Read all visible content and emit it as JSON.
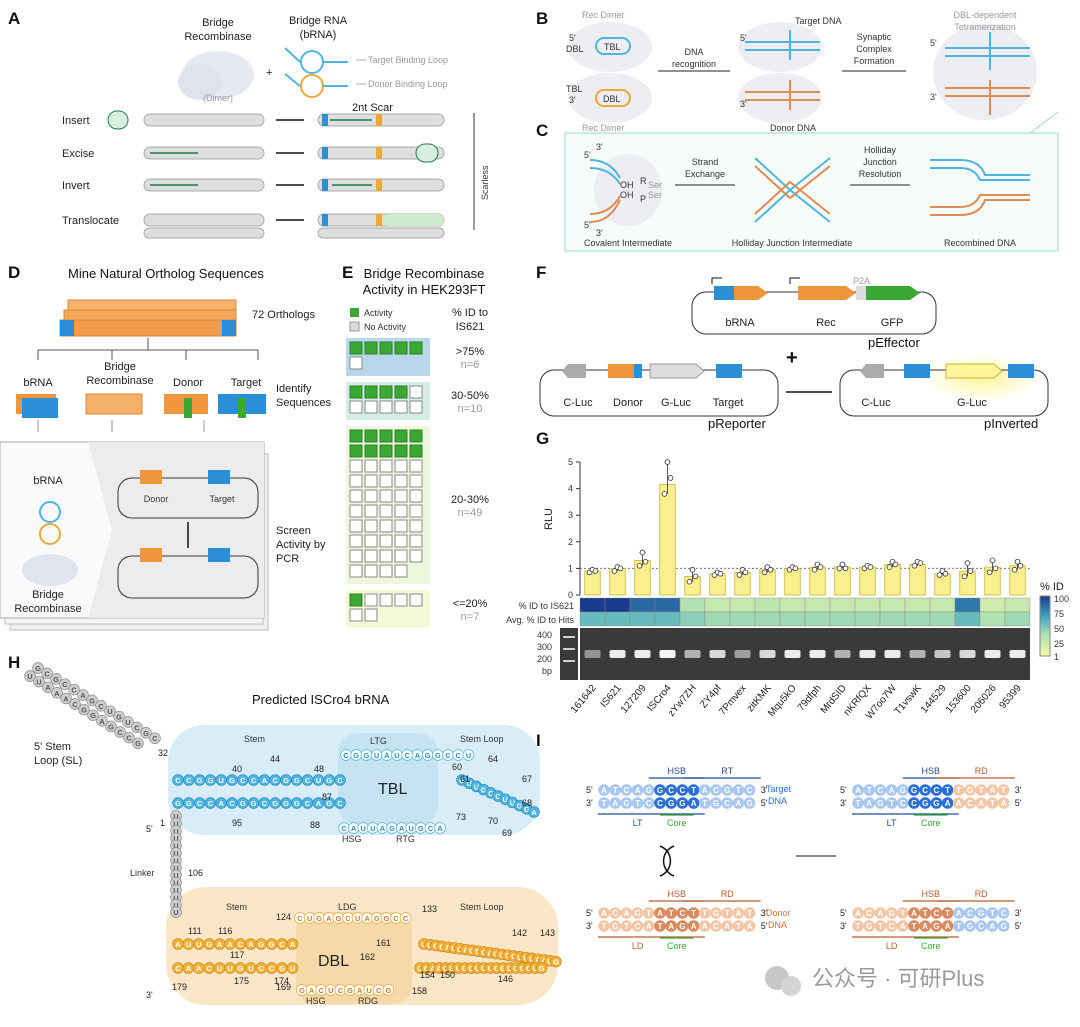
{
  "panels": {
    "A": {
      "label": "A",
      "recombinase": "Bridge\nRecombinase",
      "dimer": "(Dimer)",
      "bridge_rna": "Bridge RNA\n(bRNA)",
      "target_loop": "Target Binding Loop",
      "donor_loop": "Donor Binding Loop",
      "plus": "+",
      "scar": "2nt Scar",
      "ops": [
        "Insert",
        "Excise",
        "Invert",
        "Translocate"
      ],
      "scarless": "Scarless"
    },
    "B": {
      "label": "B",
      "rec_dimer": "Rec Dimer",
      "tbl": "TBL",
      "dbl": "DBL",
      "target_dna": "Target DNA",
      "donor_dna": "Donor DNA",
      "step1": "DNA\nrecognition",
      "step2": "Synaptic\nComplex\nFormation",
      "tetramer": "DBL-dependent\nTetramerization",
      "p5": "5'",
      "p3": "3'"
    },
    "C": {
      "label": "C",
      "step1": "Strand\nExchange",
      "step2": "Holliday\nJunction\nResolution",
      "captions": [
        "Covalent Intermediate",
        "Holliday Junction Intermediate",
        "Recombined DNA"
      ],
      "oh": "OH",
      "ser": "Ser",
      "r": "R",
      "p": "P"
    },
    "D": {
      "label": "D",
      "title": "Mine Natural Ortholog Sequences",
      "orthologs": "72 Orthologs",
      "cats": [
        "bRNA",
        "Bridge\nRecombinase",
        "Donor",
        "Target"
      ],
      "identify": "Identify\nSequences",
      "screen": "Screen\nActivity by\nPCR",
      "brna": "bRNA",
      "bridge_rec": "Bridge\nRecombinase",
      "donor": "Donor",
      "target": "Target"
    },
    "E": {
      "label": "E",
      "title": "Bridge Recombinase\nActivity in HEK293FT",
      "legend_active": "Activity",
      "legend_inactive": "No Activity",
      "col_head": "% ID to\nIS621",
      "groups": [
        {
          "range": ">75%",
          "n": "n=6",
          "active": 5,
          "total": 6
        },
        {
          "range": "30-50%",
          "n": "n=10",
          "active": 4,
          "total": 10
        },
        {
          "range": "20-30%",
          "n": "n=49",
          "active": 10,
          "total": 49
        },
        {
          "range": "<=20%",
          "n": "n=7",
          "active": 1,
          "total": 7
        }
      ],
      "colors": {
        "active": "#3aa832",
        "inactive": "#dcdcdc"
      }
    },
    "F": {
      "label": "F",
      "brna": "bRNA",
      "rec": "Rec",
      "gfp": "GFP",
      "p2a": "P2A",
      "peffector": "pEffector",
      "plus": "+",
      "cluc": "C-Luc",
      "donor": "Donor",
      "gluc": "G-Luc",
      "target": "Target",
      "preporter": "pReporter",
      "pinverted": "pInverted"
    },
    "G": {
      "label": "G",
      "ylabel": "RLU",
      "legend_title": "% ID",
      "legend_ticks": [
        "100",
        "75",
        "50",
        "25",
        "1"
      ],
      "row1": "% ID to IS621",
      "row2": "Avg. % ID to Hits",
      "gel_ticks": [
        "400",
        "300",
        "200",
        "bp"
      ]
    },
    "H": {
      "label": "H",
      "title": "Predicted ISCro4 bRNA",
      "stem_loop_5": "5' Stem\nLoop (SL)",
      "stem": "Stem",
      "stem_loop": "Stem Loop",
      "ltg": "LTG",
      "tbl": "TBL",
      "hsg": "HSG",
      "rtg": "RTG",
      "linker": "Linker",
      "ldg": "LDG",
      "dbl": "DBL",
      "rdg": "RDG",
      "numbers_tbl": [
        "32",
        "44",
        "40",
        "48",
        "60",
        "61",
        "64",
        "67",
        "68",
        "70",
        "69",
        "73",
        "87",
        "88",
        "95",
        "1"
      ],
      "numbers_dbl": [
        "106",
        "111",
        "116",
        "117",
        "124",
        "133",
        "142",
        "143",
        "161",
        "162",
        "154",
        "150",
        "146",
        "158",
        "169",
        "175",
        "174",
        "179"
      ],
      "five_prime": "5'",
      "three_prime": "3'",
      "seq_tbl_top": "CCGGUGCCACGGCUGCCGGUAUCAGGCCU",
      "seq_tbl_bot": "GGCCACGGCGGGCAGCCAUUAGAUGCAGUUGCCUUGGA",
      "seq_dbl_top": "AUUGAACAGGCACUGAGCUAGGCCUUGCAUCAGCCAGCGGUUUAAUG",
      "seq_dbl_bot": "CAACUUGUCCGUGACUCGAUCGCCAACUUGCUUUCGCCGCUG",
      "seq_5sl": "GCGCCAGCUGUCGCUUAAACGGAGCCG"
    },
    "I": {
      "label": "I",
      "hsb": "HSB",
      "rt": "RT",
      "rd": "RD",
      "lt": "LT",
      "ld": "LD",
      "core": "Core",
      "target_dna": "Target\nDNA",
      "donor_dna": "Donor\nDNA",
      "tl_top": [
        "A",
        "T",
        "C",
        "A",
        "G",
        "G",
        "C",
        "C",
        "T",
        "A",
        "C",
        "G",
        "T",
        "C"
      ],
      "tl_bot": [
        "T",
        "A",
        "G",
        "T",
        "C",
        "C",
        "G",
        "G",
        "A",
        "T",
        "G",
        "C",
        "A",
        "G"
      ],
      "dl_top": [
        "A",
        "C",
        "A",
        "G",
        "T",
        "A",
        "T",
        "C",
        "T",
        "T",
        "G",
        "T",
        "A",
        "T"
      ],
      "dl_bot": [
        "T",
        "G",
        "T",
        "C",
        "A",
        "T",
        "A",
        "G",
        "A",
        "A",
        "C",
        "A",
        "T",
        "A"
      ],
      "tr_top": [
        "A",
        "T",
        "C",
        "A",
        "G",
        "G",
        "C",
        "C",
        "T",
        "T",
        "G",
        "T",
        "A",
        "T"
      ],
      "tr_bot": [
        "T",
        "A",
        "G",
        "T",
        "C",
        "C",
        "G",
        "G",
        "A",
        "A",
        "C",
        "A",
        "T",
        "A"
      ],
      "dr_top": [
        "A",
        "C",
        "A",
        "G",
        "T",
        "A",
        "T",
        "C",
        "T",
        "A",
        "C",
        "G",
        "T",
        "C"
      ],
      "dr_bot": [
        "T",
        "G",
        "T",
        "C",
        "A",
        "T",
        "A",
        "G",
        "A",
        "T",
        "G",
        "C",
        "A",
        "G"
      ]
    }
  },
  "chart_data": {
    "type": "bar",
    "categories": [
      "161642",
      "IS621",
      "127209",
      "ISCro4",
      "zYw7ZH",
      "ZY4pf",
      "7Pmvex",
      "zitKMK",
      "Mqu5kO",
      "79dfph",
      "MrdSID",
      "nKRfQX",
      "W7oo7W",
      "T1vswK",
      "144529",
      "153600",
      "206026",
      "95399"
    ],
    "values": [
      0.9,
      1.0,
      1.3,
      4.15,
      0.7,
      0.8,
      0.85,
      0.95,
      1.0,
      1.05,
      1.05,
      1.05,
      1.15,
      1.15,
      0.8,
      0.9,
      1.05,
      1.1
    ],
    "points": [
      [
        0.85,
        0.95,
        0.9
      ],
      [
        0.9,
        1.05,
        1.0
      ],
      [
        1.1,
        1.6,
        1.25
      ],
      [
        3.8,
        5.0,
        4.4
      ],
      [
        0.5,
        0.95,
        0.7
      ],
      [
        0.75,
        0.85,
        0.8
      ],
      [
        0.75,
        0.95,
        0.85
      ],
      [
        0.85,
        1.05,
        0.95
      ],
      [
        0.95,
        1.05,
        1.0
      ],
      [
        0.95,
        1.15,
        1.05
      ],
      [
        1.0,
        1.15,
        1.0
      ],
      [
        1.0,
        1.1,
        1.05
      ],
      [
        1.05,
        1.25,
        1.15
      ],
      [
        1.1,
        1.25,
        1.2
      ],
      [
        0.75,
        0.9,
        0.8
      ],
      [
        0.7,
        1.2,
        0.9
      ],
      [
        0.85,
        1.3,
        1.0
      ],
      [
        0.95,
        1.25,
        1.1
      ]
    ],
    "ylabel": "RLU",
    "ylim": [
      0,
      5
    ],
    "yticks": [
      0,
      1,
      2,
      3,
      4,
      5
    ],
    "reference_line": 1,
    "pct_id_to_is621": [
      100,
      100,
      85,
      85,
      35,
      25,
      25,
      30,
      25,
      25,
      25,
      25,
      25,
      25,
      25,
      80,
      20,
      25
    ],
    "avg_pct_id_to_hits": [
      55,
      55,
      55,
      55,
      45,
      40,
      40,
      40,
      40,
      40,
      40,
      40,
      40,
      40,
      40,
      55,
      35,
      40
    ],
    "gel_band_intensity": [
      0.45,
      0.9,
      0.9,
      0.95,
      0.6,
      0.8,
      0.5,
      0.8,
      0.9,
      0.9,
      0.6,
      0.9,
      0.9,
      0.6,
      0.7,
      0.8,
      0.9,
      0.9
    ],
    "bar_color": "#fbef8e"
  },
  "watermark": "公众号 · 可研Plus"
}
